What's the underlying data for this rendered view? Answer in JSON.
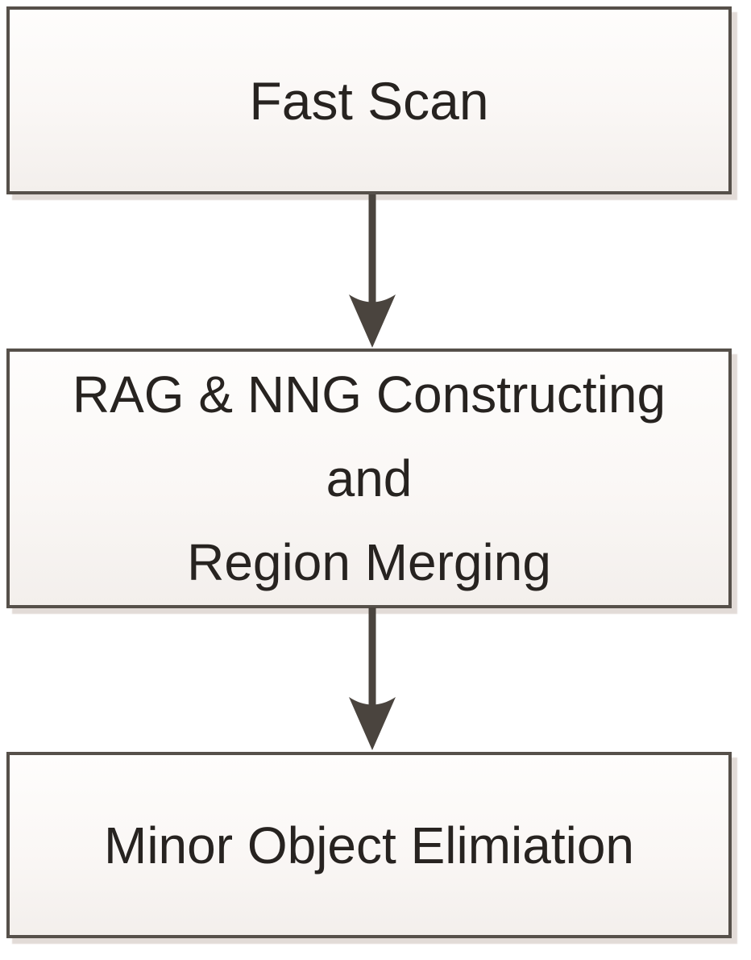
{
  "diagram": {
    "type": "flowchart",
    "direction": "top-down",
    "nodes": [
      {
        "id": "fast-scan",
        "lines": {
          "0": "Fast Scan"
        }
      },
      {
        "id": "rag-nng-region-merging",
        "lines": {
          "0": "RAG & NNG Constructing",
          "1": "and",
          "2": "Region Merging"
        }
      },
      {
        "id": "minor-object-elimination",
        "lines": {
          "0": "Minor Object Elimiation"
        }
      }
    ],
    "edges": [
      {
        "from": "fast-scan",
        "to": "rag-nng-region-merging"
      },
      {
        "from": "rag-nng-region-merging",
        "to": "minor-object-elimination"
      }
    ],
    "colors": {
      "box_border": "#56504a",
      "box_fill_top": "#fefdfc",
      "box_fill_bottom": "#f3efec",
      "shadow": "#ddd2cc",
      "arrow": "#4a443e",
      "text": "#272320",
      "background": "#ffffff"
    }
  }
}
